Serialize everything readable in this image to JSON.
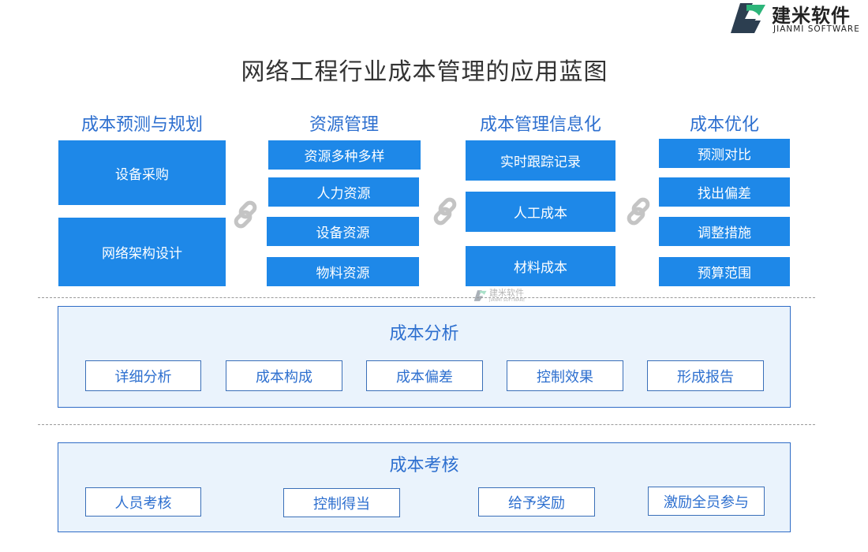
{
  "brand": {
    "name": "建米软件",
    "tagline": "JIANMI SOFTWARE"
  },
  "title": "网络工程行业成本管理的应用蓝图",
  "columns": [
    {
      "title": "成本预测与规划",
      "items": [
        "设备采购",
        "网络架构设计"
      ]
    },
    {
      "title": "资源管理",
      "items": [
        "资源多种多样",
        "人力资源",
        "设备资源",
        "物料资源"
      ]
    },
    {
      "title": "成本管理信息化",
      "items": [
        "实时跟踪记录",
        "人工成本",
        "材料成本"
      ]
    },
    {
      "title": "成本优化",
      "items": [
        "预测对比",
        "找出偏差",
        "调整措施",
        "预算范围"
      ]
    }
  ],
  "analysis": {
    "title": "成本分析",
    "items": [
      "详细分析",
      "成本构成",
      "成本偏差",
      "控制效果",
      "形成报告"
    ]
  },
  "assessment": {
    "title": "成本考核",
    "items": [
      "人员考核",
      "控制得当",
      "给予奖励",
      "激励全员参与"
    ]
  },
  "watermark": {
    "name": "建米软件",
    "tagline": "JIANMI SOFTWARE"
  },
  "colors": {
    "accent": "#1e88e8",
    "title_blue": "#2d6fcf",
    "panel_bg": "#eaf3fc",
    "panel_border": "#2f6cc6"
  },
  "icons": {
    "logo": "jianmi-logo-icon",
    "connector": "chain-link-icon"
  }
}
